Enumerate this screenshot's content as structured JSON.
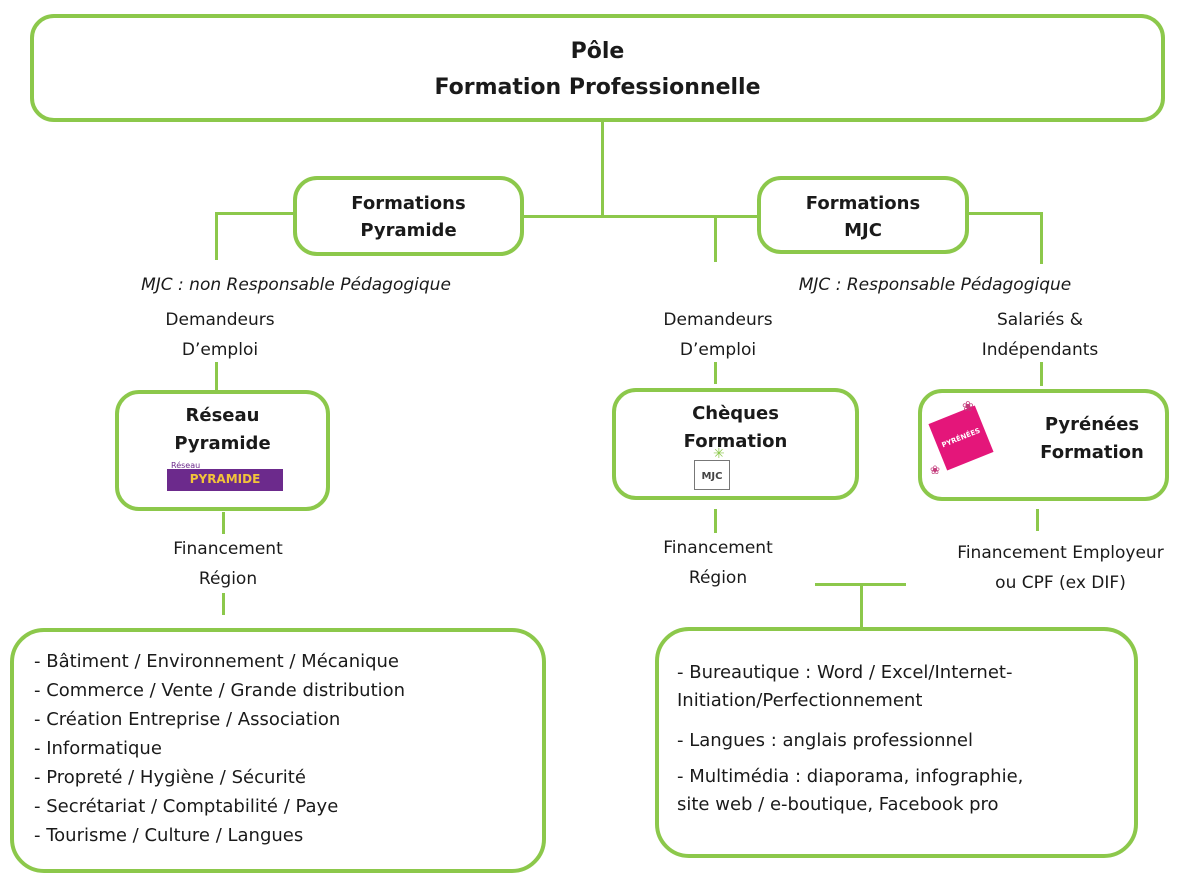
{
  "top": {
    "line1": "Pôle",
    "line2": "Formation Professionnelle"
  },
  "left_branch": {
    "title1": "Formations",
    "title2": "Pyramide",
    "note": "MJC : non Responsable Pédagogique",
    "audience1": "Demandeurs",
    "audience2": "D’emploi",
    "network1": "Réseau",
    "network2": "Pyramide",
    "logo_text": "PYRAMIDE",
    "logo_small": "Réseau",
    "funding1": "Financement",
    "funding2": "Région",
    "courses": [
      "- Bâtiment / Environnement / Mécanique",
      "- Commerce / Vente / Grande distribution",
      "- Création Entreprise / Association",
      "- Informatique",
      "- Propreté / Hygiène / Sécurité",
      "- Secrétariat / Comptabilité / Paye",
      "- Tourisme / Culture / Langues"
    ]
  },
  "right_branch": {
    "title1": "Formations",
    "title2": "MJC",
    "note": "MJC : Responsable Pédagogique",
    "job_seekers": {
      "audience1": "Demandeurs",
      "audience2": "D’emploi",
      "box1": "Chèques",
      "box2": "Formation",
      "logo_text": "MJC",
      "funding1": "Financement",
      "funding2": "Région"
    },
    "employees": {
      "audience1": "Salariés &",
      "audience2": "Indépendants",
      "box1": "Pyrénées",
      "box2": "Formation",
      "logo_text": "PYRÉNÉES",
      "funding1": "Financement Employeur",
      "funding2": "ou CPF (ex DIF)"
    },
    "courses": [
      "- Bureautique : Word / Excel/Internet-",
      "Initiation/Perfectionnement",
      "- Langues : anglais professionnel",
      "- Multimédia : diaporama, infographie,",
      "site web / e-boutique, Facebook pro"
    ]
  },
  "colors": {
    "accent": "#8cc84b",
    "logo_purple": "#6c2a8c",
    "logo_pink": "#e4167a"
  }
}
